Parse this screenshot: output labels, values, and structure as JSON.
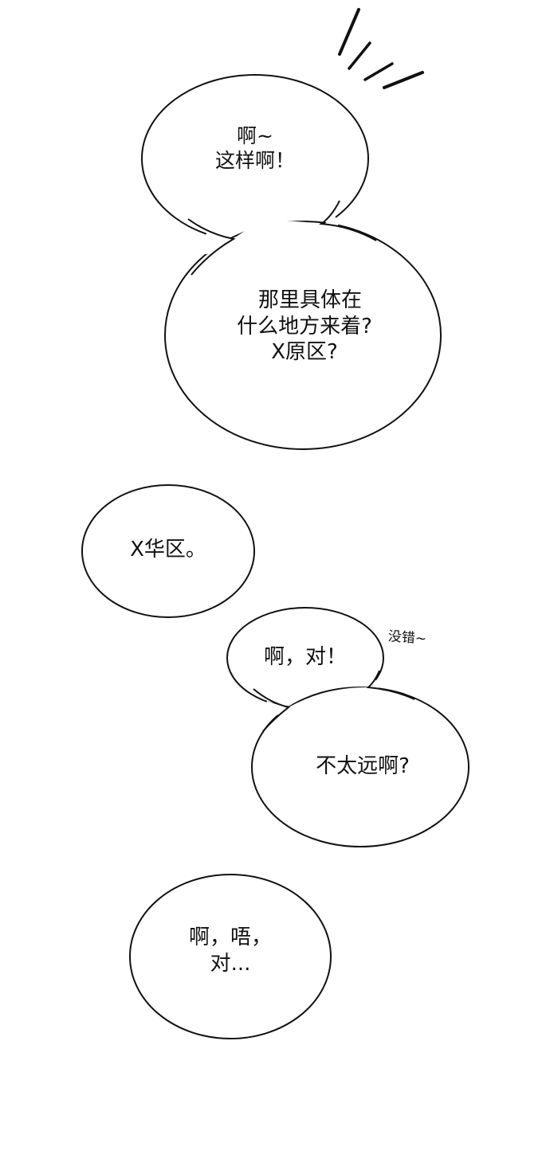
{
  "panel": {
    "background": "#ffffff",
    "outline_color": "#111111"
  },
  "bubbles": [
    {
      "id": "b1",
      "lines": [
        "啊~",
        "这样啊！"
      ]
    },
    {
      "id": "b2",
      "lines": [
        "那里具体在",
        "什么地方来着?",
        "X原区?"
      ]
    },
    {
      "id": "b3",
      "lines": [
        "X华区。"
      ]
    },
    {
      "id": "b4",
      "lines": [
        "啊，对！"
      ]
    },
    {
      "id": "b5",
      "lines": [
        "不太远啊?"
      ]
    },
    {
      "id": "b6",
      "lines": [
        "啊，唔，",
        "对..."
      ]
    }
  ],
  "sfx": {
    "text": "没错~"
  },
  "effects": {
    "emphasis_lines": 4
  }
}
